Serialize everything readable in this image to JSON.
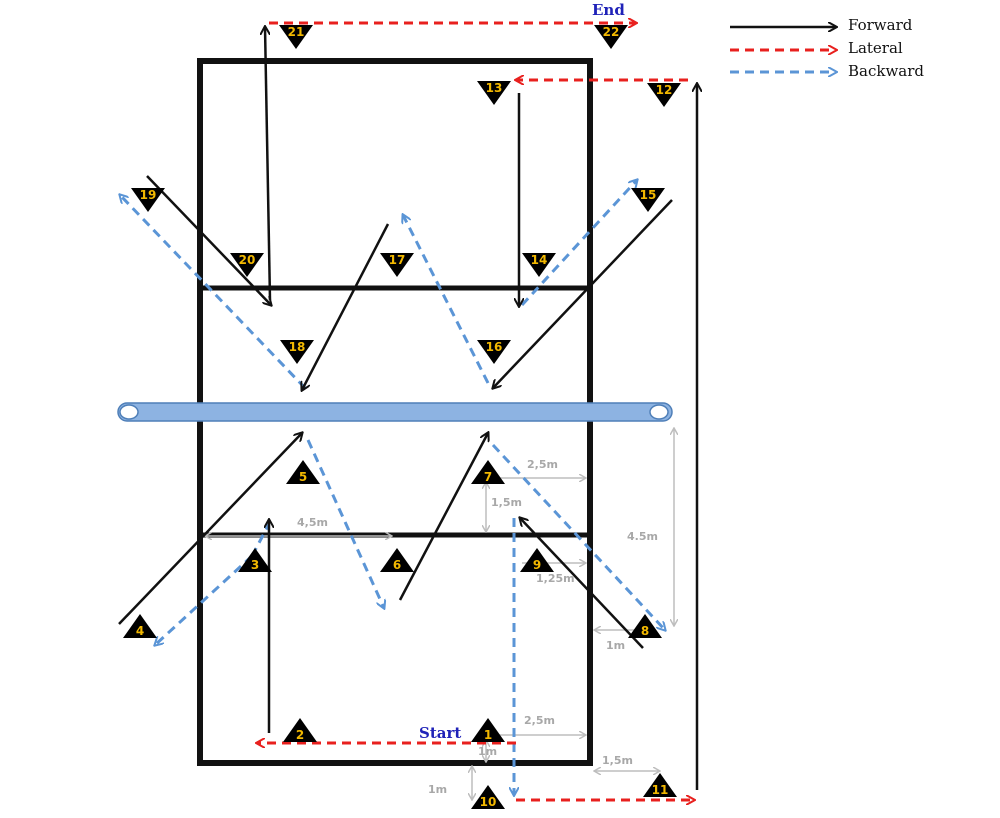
{
  "colors": {
    "forward": "#111111",
    "lateral": "#e8201e",
    "backward": "#5b95d6",
    "measure": "#bdbdbd",
    "measure_text": "#a8a8a8",
    "cone_fill": "#000000",
    "cone_number": "#f2b800",
    "net_fill": "#8db3e2",
    "label_blue": "#1f22b8"
  },
  "legend": {
    "forward": "Forward",
    "lateral": "Lateral",
    "backward": "Backward"
  },
  "labels": {
    "start": "Start",
    "end": "End"
  },
  "cones": [
    "1",
    "2",
    "3",
    "4",
    "5",
    "6",
    "7",
    "8",
    "9",
    "10",
    "11",
    "12",
    "13",
    "14",
    "15",
    "16",
    "17",
    "18",
    "19",
    "20",
    "21",
    "22"
  ],
  "measurements": {
    "m2_5_upper": "2,5m",
    "m1_5_mid": "1,5m",
    "m4_5_width": "4,5m",
    "m1_25": "1,25m",
    "m4_5_height": "4.5m",
    "m1_right": "1m",
    "m2_5_lower": "2,5m",
    "m1_5_lower": "1,5m",
    "m1_small": "1m",
    "m1_left": "1m"
  }
}
